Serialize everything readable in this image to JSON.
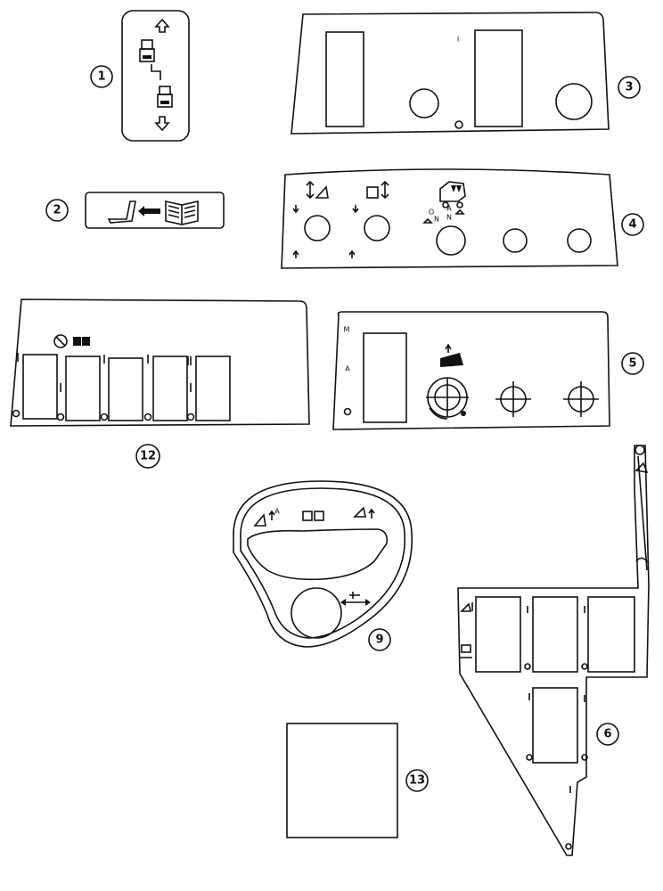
{
  "callouts": {
    "c1": "1",
    "c2": "2",
    "c3": "3",
    "c4": "4",
    "c5": "5",
    "c6": "6",
    "c9": "9",
    "c12": "12",
    "c13": "13"
  },
  "decal_marks": {
    "panel3_mark": "I",
    "panel5_mode_m": "M",
    "panel5_mode_a": "A",
    "panel5_mode_o": "O",
    "panel4_mode_a": "A",
    "panel4_mode_n": "N",
    "panel4_mode_o": "O",
    "panel9_mode_a": "A"
  }
}
